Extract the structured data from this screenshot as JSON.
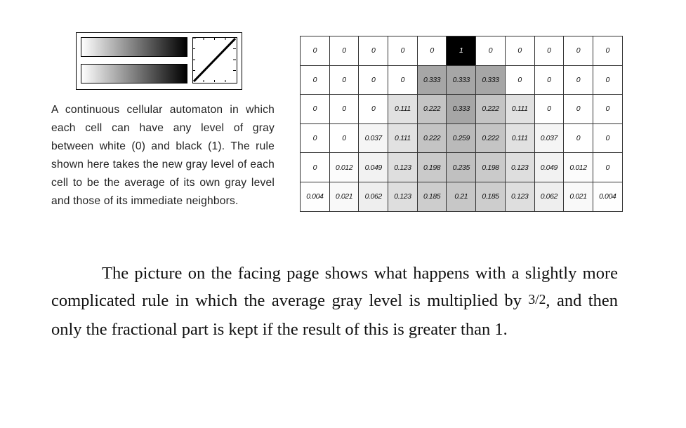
{
  "rule_icon": {
    "gradient_start_color": "#ffffff",
    "gradient_end_color": "#000000"
  },
  "caption": "A continuous cellular automaton in which each cell can have any level of gray between white (0) and black (1). The rule shown here takes the new gray level of each cell to be the average of its own gray level and those of its immediate neighbors.",
  "grid": {
    "rows": [
      [
        "0",
        "0",
        "0",
        "0",
        "0",
        "1",
        "0",
        "0",
        "0",
        "0",
        "0"
      ],
      [
        "0",
        "0",
        "0",
        "0",
        "0.333",
        "0.333",
        "0.333",
        "0",
        "0",
        "0",
        "0"
      ],
      [
        "0",
        "0",
        "0",
        "0.111",
        "0.222",
        "0.333",
        "0.222",
        "0.111",
        "0",
        "0",
        "0"
      ],
      [
        "0",
        "0",
        "0.037",
        "0.111",
        "0.222",
        "0.259",
        "0.222",
        "0.111",
        "0.037",
        "0",
        "0"
      ],
      [
        "0",
        "0.012",
        "0.049",
        "0.123",
        "0.198",
        "0.235",
        "0.198",
        "0.123",
        "0.049",
        "0.012",
        "0"
      ],
      [
        "0.004",
        "0.021",
        "0.062",
        "0.123",
        "0.185",
        "0.21",
        "0.185",
        "0.123",
        "0.062",
        "0.021",
        "0.004"
      ]
    ]
  },
  "body": {
    "text_before": "The picture on the facing page shows what happens with a slightly more complicated rule in which the average gray level is multiplied by ",
    "frac_num": "3",
    "frac_sep": "/",
    "frac_den": "2",
    "text_after": ", and then only the fractional part is kept if the result of this is greater than 1."
  }
}
